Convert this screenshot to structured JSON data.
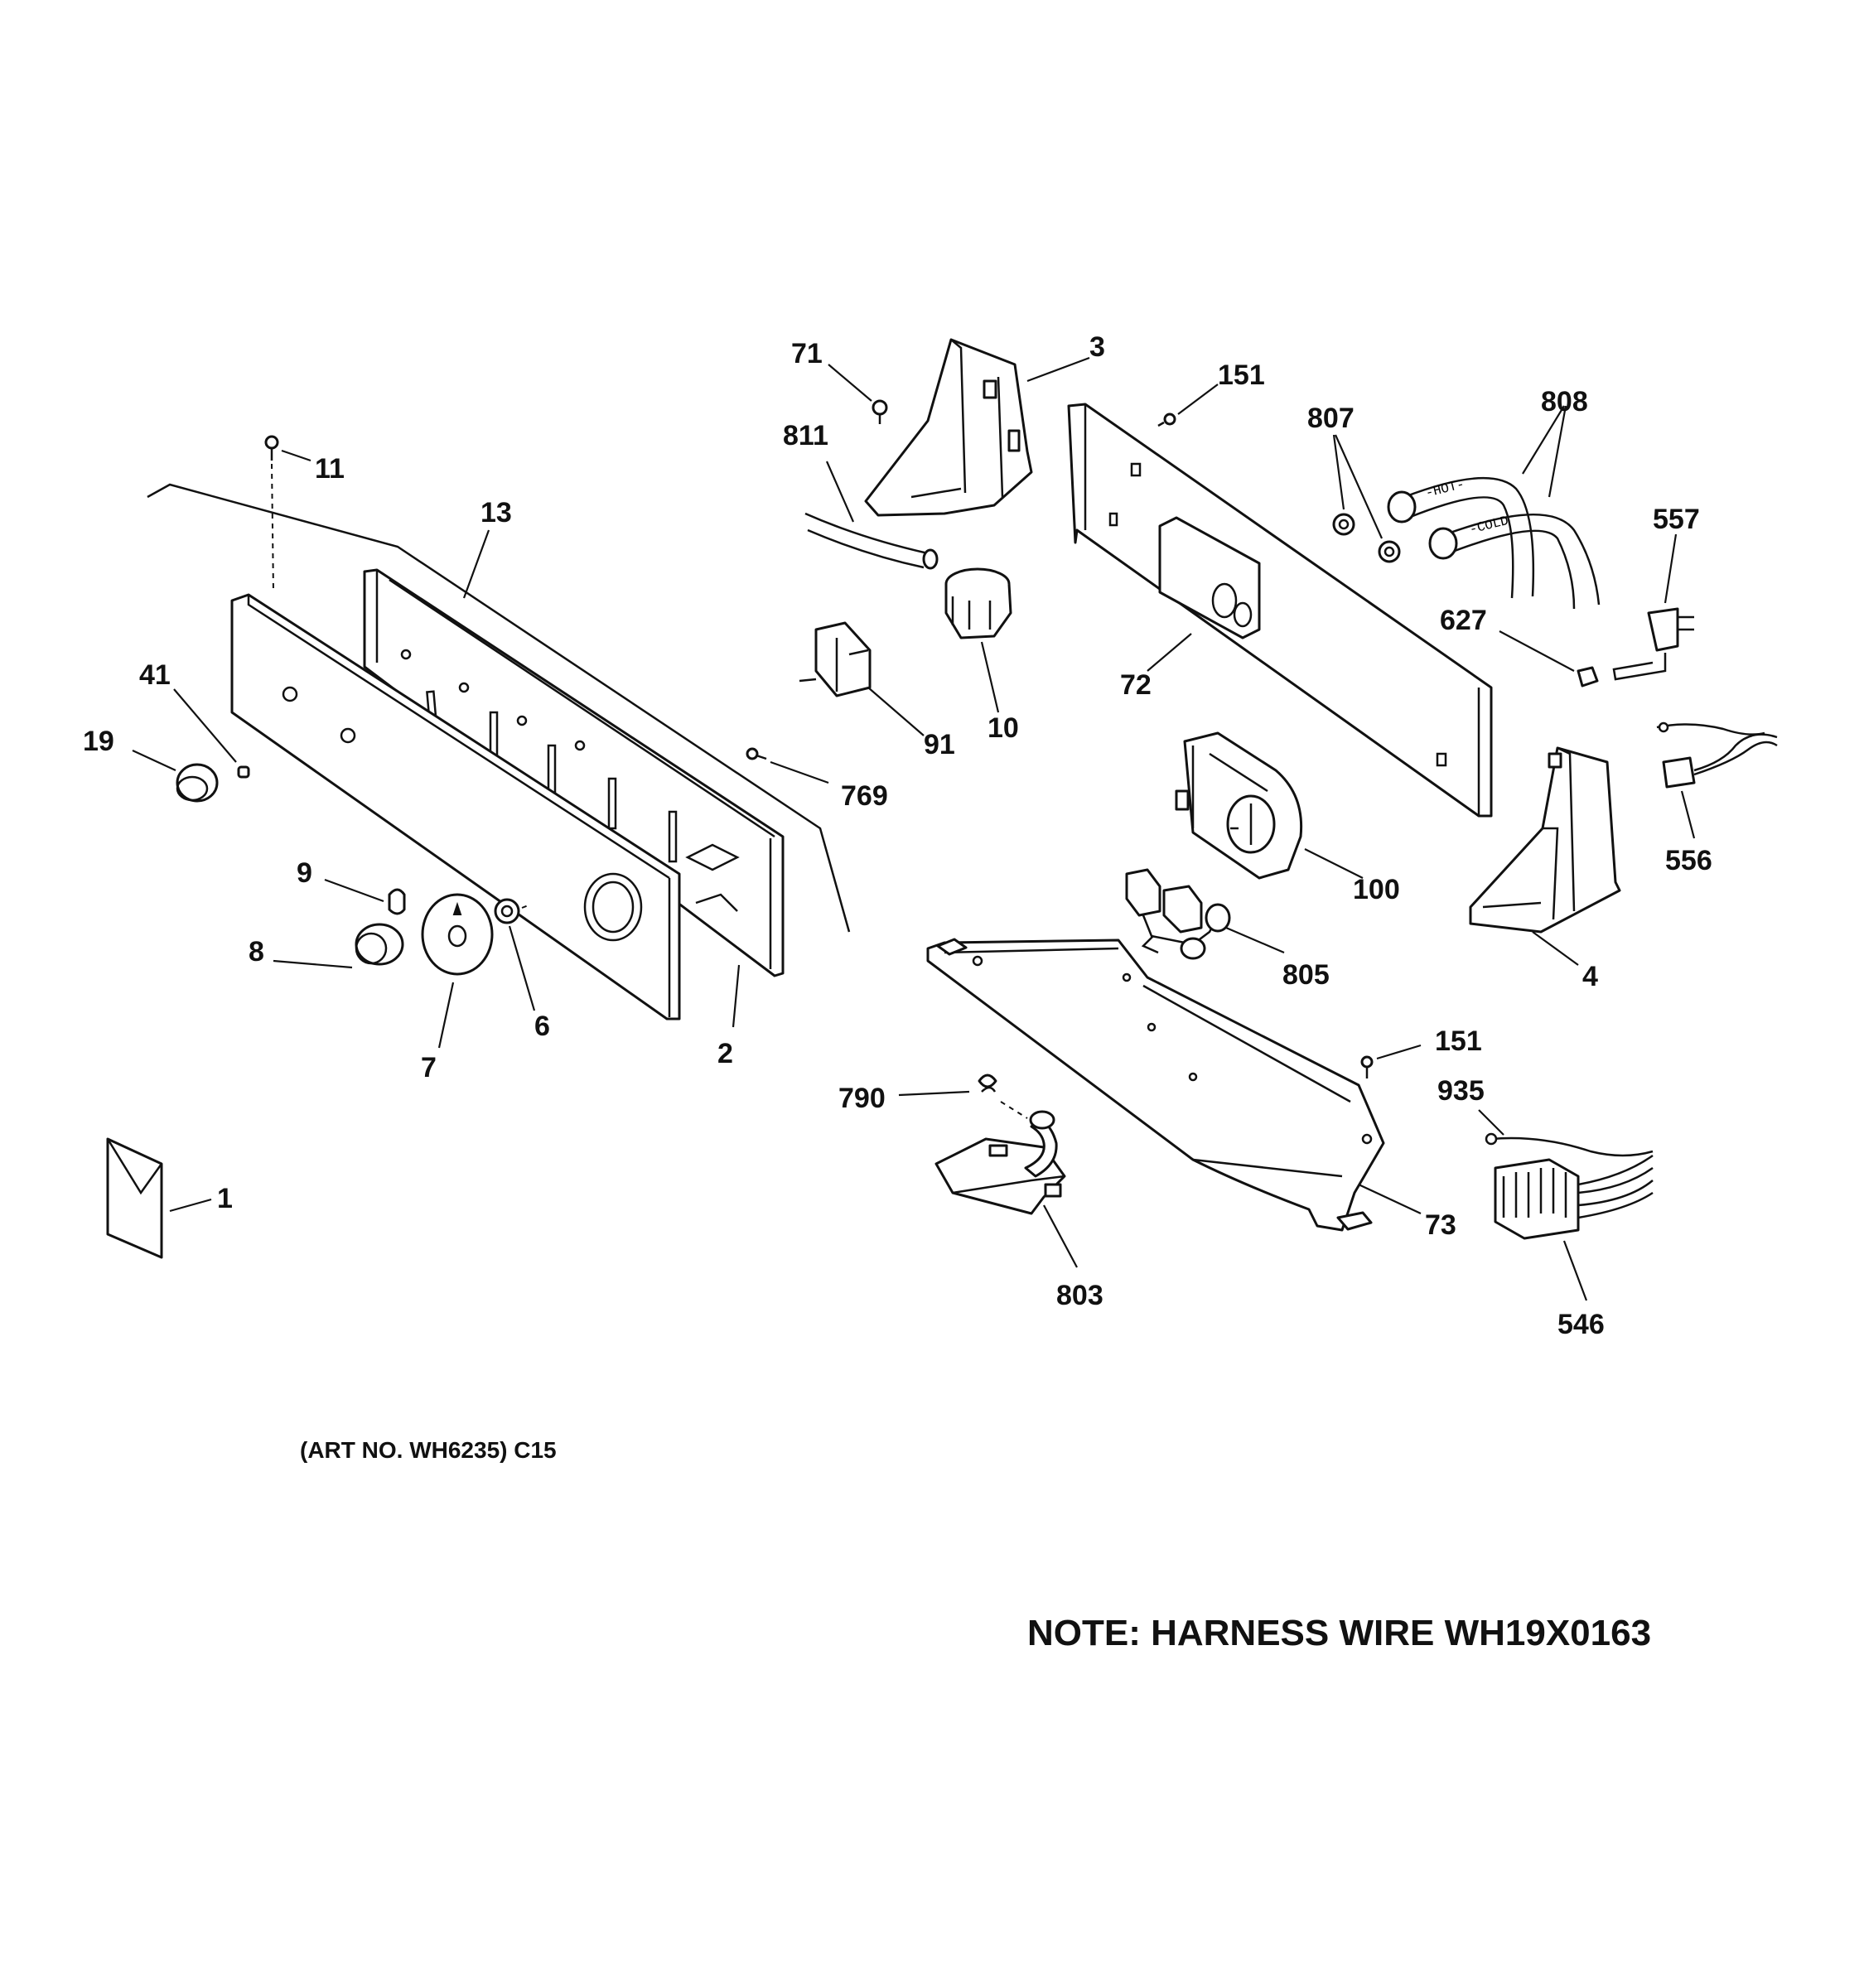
{
  "diagram": {
    "parts": [
      {
        "id": "71",
        "label": "71"
      },
      {
        "id": "3",
        "label": "3"
      },
      {
        "id": "151a",
        "label": "151"
      },
      {
        "id": "807",
        "label": "807"
      },
      {
        "id": "808",
        "label": "808"
      },
      {
        "id": "811",
        "label": "811"
      },
      {
        "id": "11",
        "label": "11"
      },
      {
        "id": "13",
        "label": "13"
      },
      {
        "id": "557",
        "label": "557"
      },
      {
        "id": "627",
        "label": "627"
      },
      {
        "id": "72",
        "label": "72"
      },
      {
        "id": "41",
        "label": "41"
      },
      {
        "id": "91",
        "label": "91"
      },
      {
        "id": "10",
        "label": "10"
      },
      {
        "id": "19",
        "label": "19"
      },
      {
        "id": "769",
        "label": "769"
      },
      {
        "id": "556",
        "label": "556"
      },
      {
        "id": "9",
        "label": "9"
      },
      {
        "id": "100",
        "label": "100"
      },
      {
        "id": "8",
        "label": "8"
      },
      {
        "id": "805",
        "label": "805"
      },
      {
        "id": "4",
        "label": "4"
      },
      {
        "id": "6",
        "label": "6"
      },
      {
        "id": "7",
        "label": "7"
      },
      {
        "id": "2",
        "label": "2"
      },
      {
        "id": "151b",
        "label": "151"
      },
      {
        "id": "935",
        "label": "935"
      },
      {
        "id": "790",
        "label": "790"
      },
      {
        "id": "1",
        "label": "1"
      },
      {
        "id": "73",
        "label": "73"
      },
      {
        "id": "803",
        "label": "803"
      },
      {
        "id": "546",
        "label": "546"
      }
    ],
    "hose_text_hot": "-HOT-",
    "hose_text_cold": "-COLD",
    "art_number": "(ART NO. WH6235) C15",
    "note": "NOTE: HARNESS WIRE WH19X0163"
  }
}
